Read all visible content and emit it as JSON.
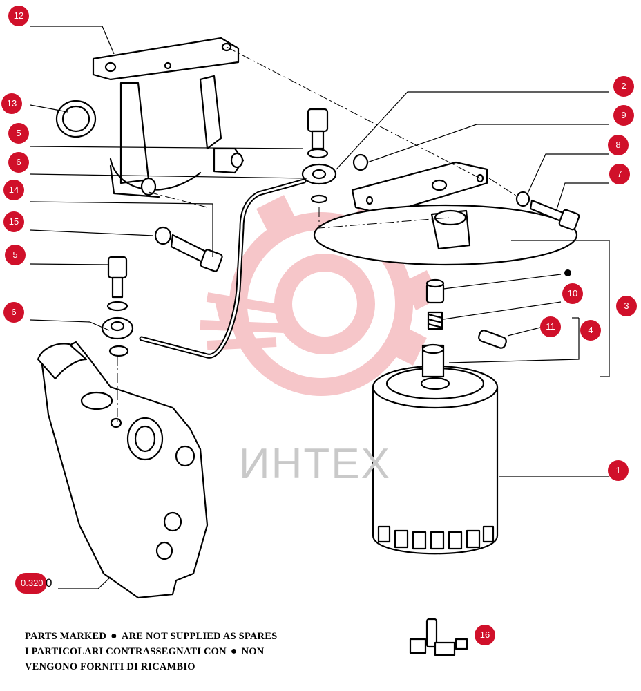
{
  "diagram": {
    "watermark_text": "ИНТЕХ",
    "reference_code": "0.320",
    "reference_code_tail": "0",
    "not_supplied_marker": "●",
    "legend": {
      "line1_a": "PARTS MARKED",
      "line1_b": "ARE NOT SUPPLIED AS SPARES",
      "line2_a": "I PARTICOLARI CONTRASSEGNATI CON",
      "line2_b": "NON",
      "line3": "VENGONO FORNITI DI RICAMBIO"
    },
    "callouts": [
      {
        "label": "12"
      },
      {
        "label": "13"
      },
      {
        "label": "5"
      },
      {
        "label": "6"
      },
      {
        "label": "14"
      },
      {
        "label": "15"
      },
      {
        "label": "5"
      },
      {
        "label": "6"
      },
      {
        "label": "2"
      },
      {
        "label": "9"
      },
      {
        "label": "8"
      },
      {
        "label": "7"
      },
      {
        "label": "3"
      },
      {
        "label": "10"
      },
      {
        "label": "11"
      },
      {
        "label": "4"
      },
      {
        "label": "1"
      },
      {
        "label": "16"
      }
    ],
    "colors": {
      "callout": "#d0102a",
      "watermark_gear": "#f3b3b8",
      "ink": "#000000"
    }
  }
}
